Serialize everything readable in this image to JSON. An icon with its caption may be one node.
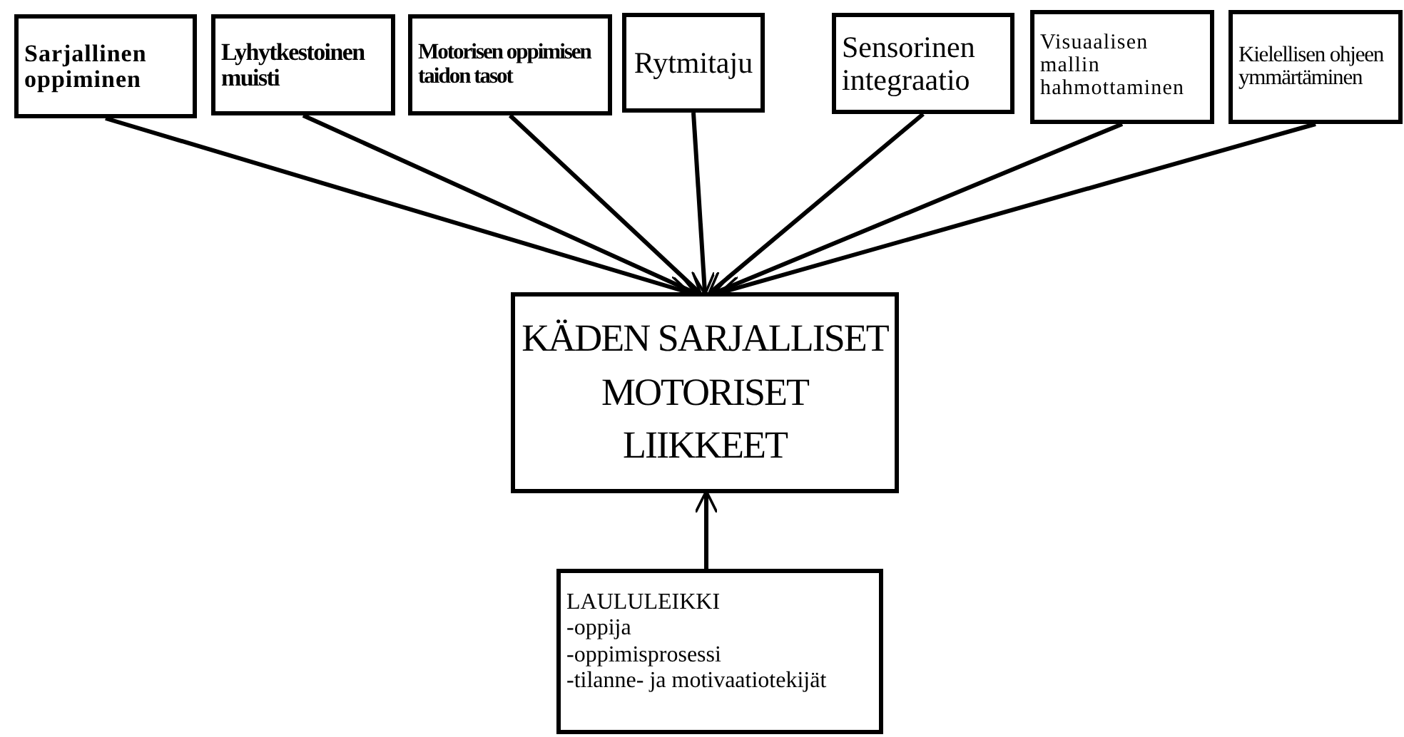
{
  "diagram": {
    "nodes": [
      {
        "text": [
          "Sarjallinen oppiminen"
        ]
      },
      {
        "text": [
          "Lyhytkestoinen muisti"
        ]
      },
      {
        "text": [
          "Motorisen oppimisen taidon tasot"
        ]
      },
      {
        "text": [
          "Rytmitaju"
        ]
      },
      {
        "text": [
          "Sensorinen integraatio"
        ]
      },
      {
        "text": [
          "Visuaalisen mallin hahmottaminen"
        ]
      },
      {
        "text": [
          "Kielellisen ohjeen ymmärtäminen"
        ]
      },
      {
        "text": [
          "KÄDEN SARJALLISET MOTORISET LIIKKEET"
        ]
      },
      {
        "text": [
          "LAULULEIKKI",
          "-oppija",
          "-oppimisprosessi",
          "-tilanne- ja motivaatiotekijät"
        ]
      }
    ],
    "edges": [
      {
        "from": 0,
        "to": 7,
        "arrow": "to"
      },
      {
        "from": 1,
        "to": 7,
        "arrow": "to"
      },
      {
        "from": 2,
        "to": 7,
        "arrow": "to"
      },
      {
        "from": 3,
        "to": 7,
        "arrow": "to"
      },
      {
        "from": 4,
        "to": 7,
        "arrow": "to"
      },
      {
        "from": 5,
        "to": 7,
        "arrow": "to"
      },
      {
        "from": 6,
        "to": 7,
        "arrow": "to"
      },
      {
        "from": 8,
        "to": 7,
        "arrow": "to"
      }
    ]
  }
}
